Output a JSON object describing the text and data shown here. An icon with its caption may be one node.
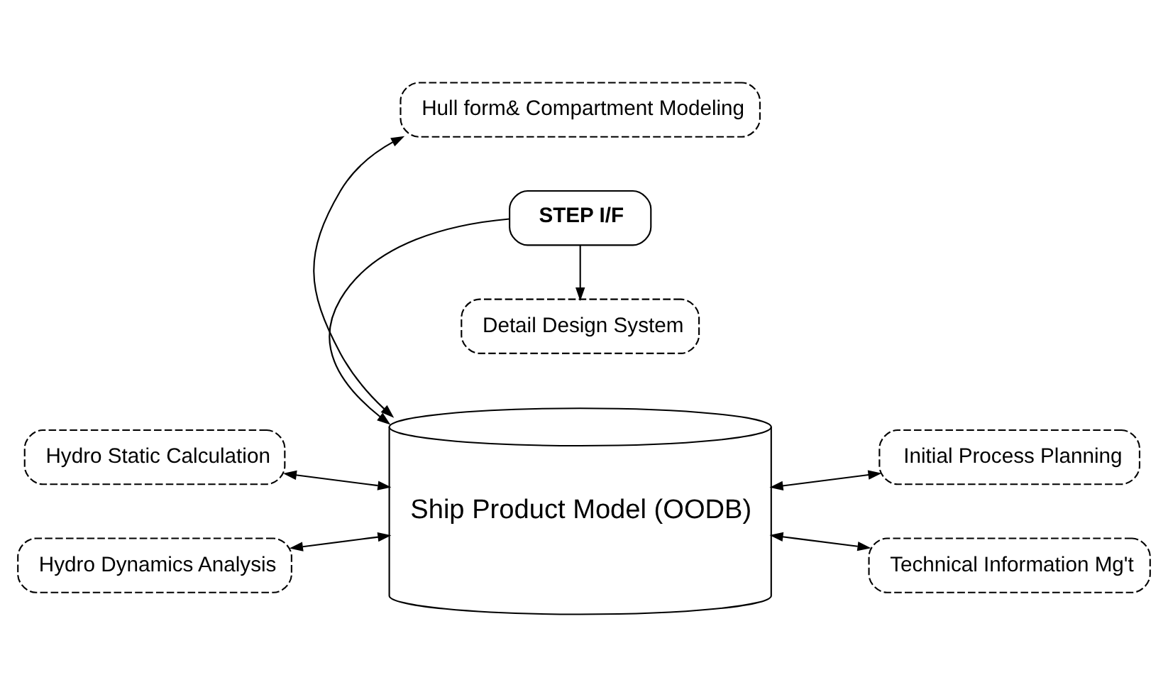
{
  "diagram": {
    "nodes": [
      {
        "text": [
          "Hull form& Compartment Modeling"
        ]
      },
      {
        "text": [
          "Hydro Static Calculation"
        ]
      },
      {
        "text": [
          "Initial Process Planning"
        ]
      },
      {
        "text": [
          "Ship Product Model (OODB)"
        ]
      },
      {
        "text": [
          "Hydro Dynamics Analysis"
        ]
      },
      {
        "text": [
          "Technical Information Mg't"
        ]
      },
      {
        "text": [
          "STEP I/F"
        ]
      },
      {
        "text": [
          "Detail Design System"
        ]
      }
    ],
    "edges": [
      {
        "from": 0,
        "to": 3,
        "arrow": "both"
      },
      {
        "from": 1,
        "to": 3,
        "arrow": "both"
      },
      {
        "from": 3,
        "to": 2,
        "arrow": "both"
      },
      {
        "from": 4,
        "to": 3,
        "arrow": "both"
      },
      {
        "from": 3,
        "to": 5,
        "arrow": "both"
      },
      {
        "from": 6,
        "to": 3,
        "arrow": "to"
      },
      {
        "from": 6,
        "to": 7,
        "arrow": "to"
      }
    ]
  }
}
